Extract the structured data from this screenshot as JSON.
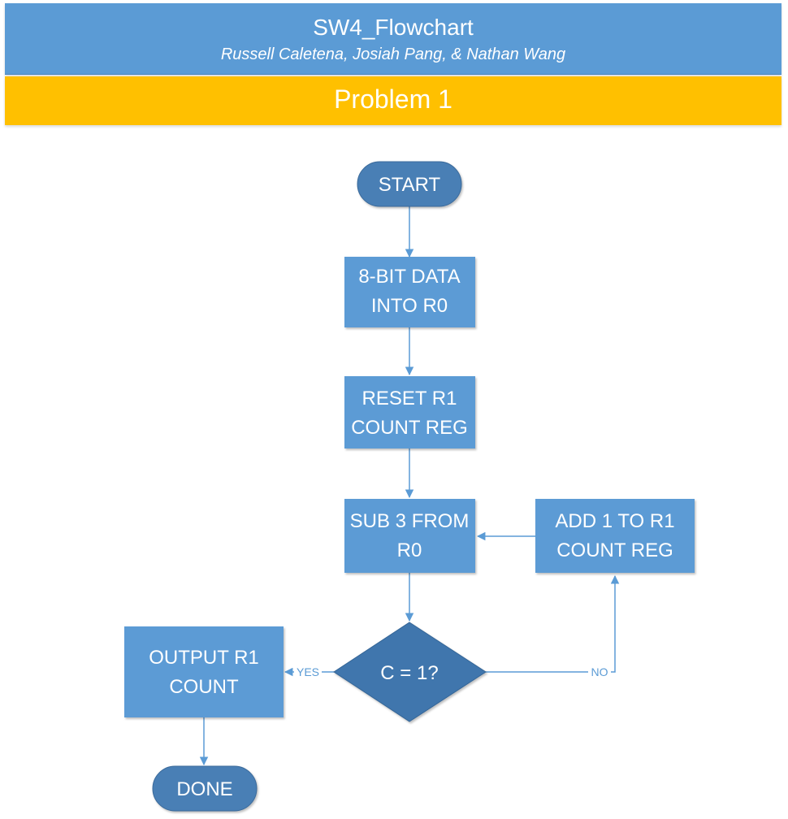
{
  "header": {
    "title": "SW4_Flowchart",
    "authors": "Russell Caletena, Josiah Pang, & Nathan Wang"
  },
  "problem": {
    "label": "Problem 1"
  },
  "flowchart": {
    "start": "START",
    "load_data": [
      "8-BIT DATA",
      "INTO R0"
    ],
    "reset_count": [
      "RESET R1",
      "COUNT REG"
    ],
    "subtract": [
      "SUB 3 FROM",
      "R0"
    ],
    "increment": [
      "ADD 1 TO R1",
      "COUNT REG"
    ],
    "decision": "C = 1?",
    "output": [
      "OUTPUT R1",
      "COUNT"
    ],
    "done": "DONE",
    "yes_label": "YES",
    "no_label": "NO"
  },
  "colors": {
    "header_blue": "#5b9bd5",
    "problem_gold": "#ffc000",
    "process_blue": "#5b9bd5",
    "terminal_blue": "#4a7fb5",
    "decision_blue": "#3f76ad",
    "connector": "#5b9bd5"
  }
}
